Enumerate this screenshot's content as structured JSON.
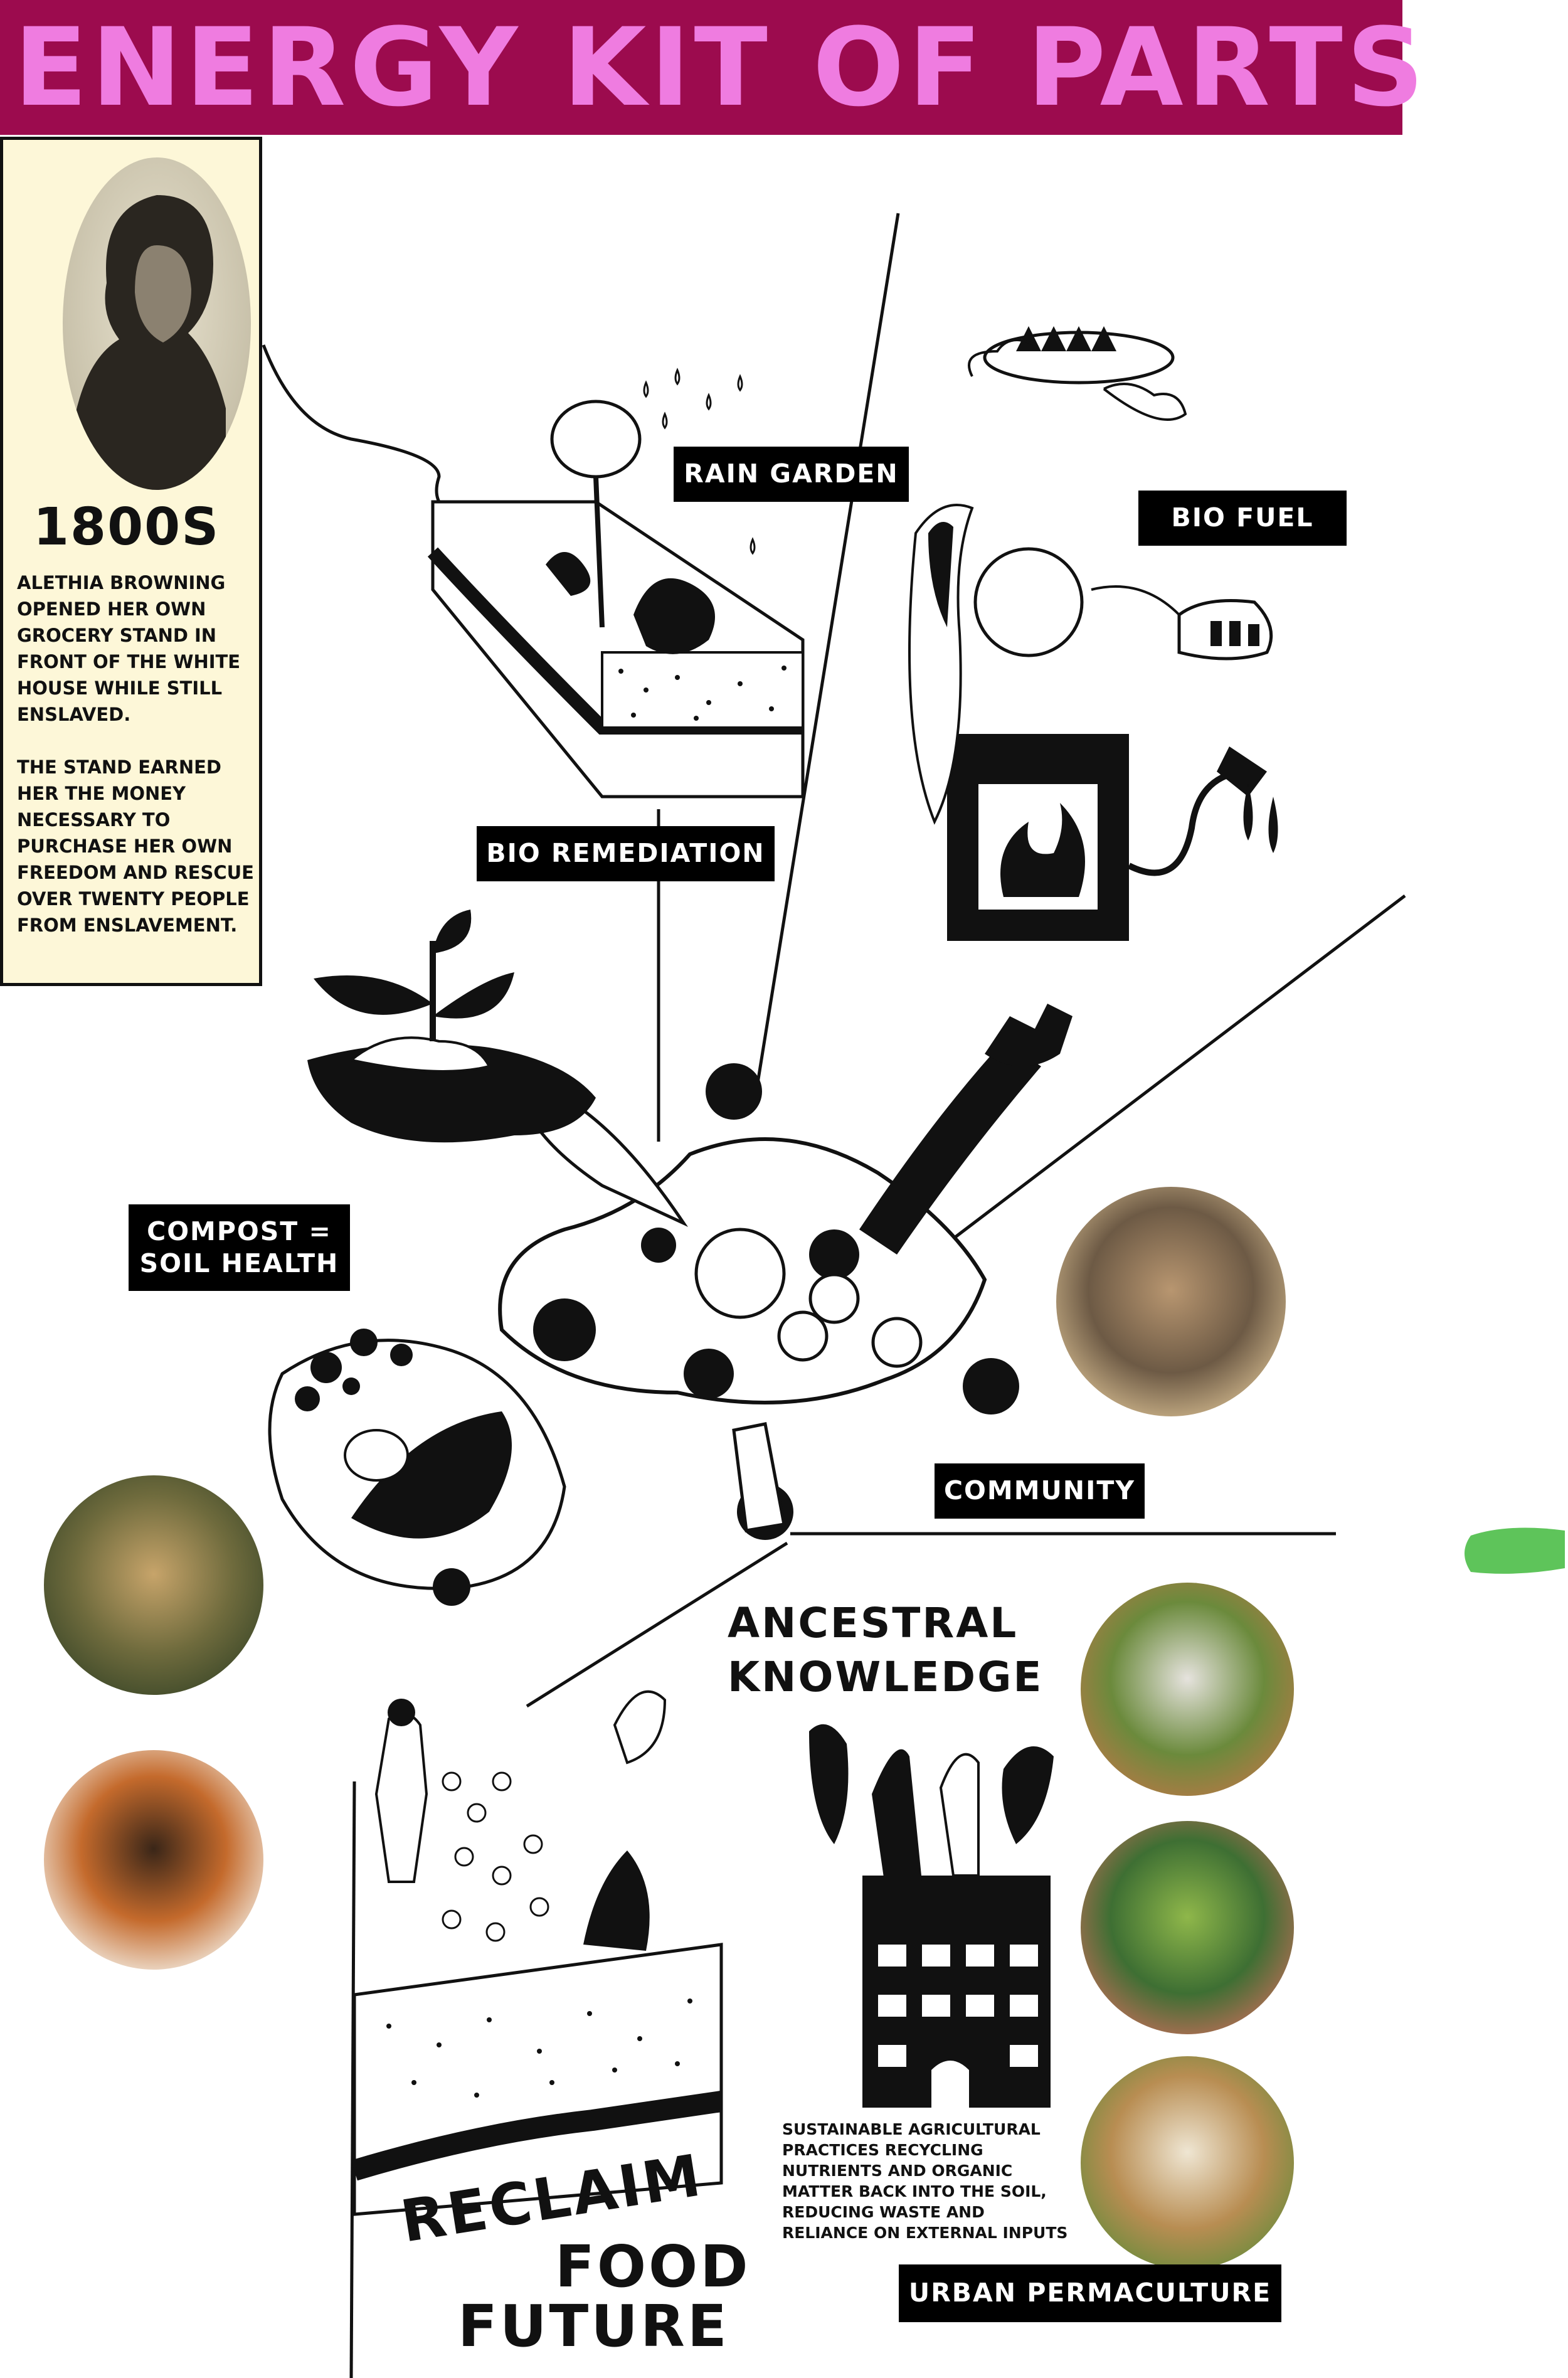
{
  "title": "ENERGY KIT OF PARTS",
  "sidebar": {
    "year": "1800S",
    "paragraphs": [
      "ALETHIA BROWNING OPENED HER OWN GROCERY STAND IN FRONT OF THE WHITE HOUSE WHILE STILL ENSLAVED.",
      "THE STAND EARNED HER THE MONEY NECESSARY TO PURCHASE HER OWN FREEDOM AND RESCUE OVER TWENTY PEOPLE FROM ENSLAVEMENT."
    ]
  },
  "labels": {
    "rain_garden": "RAIN GARDEN",
    "bio_fuel": "BIO FUEL",
    "bio_remediation": "BIO REMEDIATION",
    "compost_line1": "COMPOST =",
    "compost_line2": "SOIL HEALTH",
    "community": "COMMUNITY",
    "urban_permaculture": "URBAN PERMACULTURE"
  },
  "ancestral": {
    "line1": "ANCESTRAL",
    "line2": "KNOWLEDGE"
  },
  "sustainable_text": "SUSTAINABLE AGRICULTURAL PRACTICES  RECYCLING NUTRIENTS AND ORGANIC MATTER BACK INTO THE SOIL, REDUCING WASTE AND RELIANCE ON EXTERNAL INPUTS",
  "reclaim": {
    "line1": "RECLAIM",
    "line2": "FOOD",
    "line3": "FUTURE"
  },
  "colors": {
    "banner": "#9c0b4e",
    "title": "#ef7ce0",
    "sidebar_bg": "#fdf7d8",
    "label_bg": "#000000",
    "accent_green": "#5ec45a"
  }
}
